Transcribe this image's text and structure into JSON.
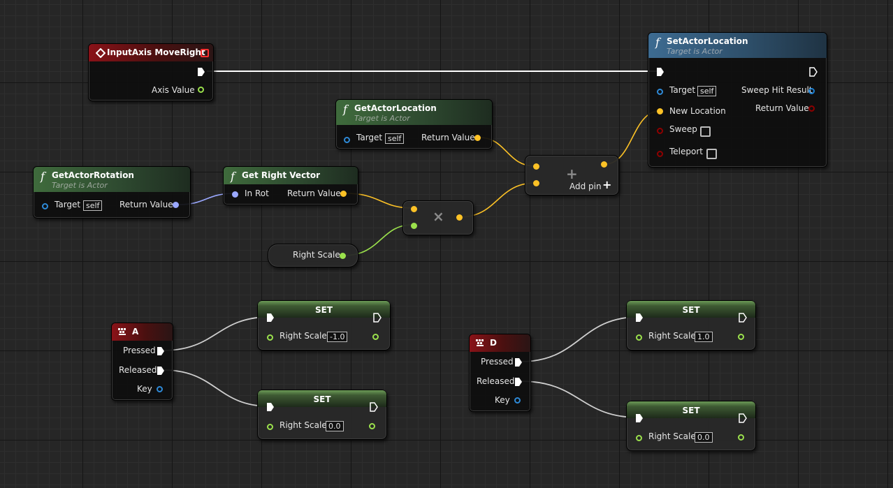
{
  "colors": {
    "exec": "#ffffff",
    "vector": "#fdc226",
    "rotator": "#9aa8ff",
    "float": "#9be14c",
    "object": "#2e8ad8",
    "bool": "#8e0000",
    "struct": "#1a7fd2"
  },
  "input_axis": {
    "title": "InputAxis MoveRight",
    "axis_value_label": "Axis Value",
    "icon": "input-axis-diamond-icon"
  },
  "set_actor_location": {
    "title": "SetActorLocation",
    "subtitle": "Target is Actor",
    "target_label": "Target",
    "target_value": "self",
    "new_location_label": "New Location",
    "sweep_label": "Sweep",
    "teleport_label": "Teleport",
    "sweep_hit_label": "Sweep Hit Result",
    "return_label": "Return Value"
  },
  "get_actor_location": {
    "title": "GetActorLocation",
    "subtitle": "Target is Actor",
    "target_label": "Target",
    "target_value": "self",
    "return_label": "Return Value"
  },
  "get_actor_rotation": {
    "title": "GetActorRotation",
    "subtitle": "Target is Actor",
    "target_label": "Target",
    "target_value": "self",
    "return_label": "Return Value"
  },
  "get_right_vector": {
    "title": "Get Right Vector",
    "in_label": "In Rot",
    "return_label": "Return Value"
  },
  "add_node": {
    "symbol": "+",
    "add_pin_label": "Add pin",
    "add_pin_icon": "+"
  },
  "multiply_node": {
    "symbol": "×"
  },
  "right_scale_getter": {
    "label": "Right Scale"
  },
  "key_a": {
    "title": "A",
    "pressed": "Pressed",
    "released": "Released",
    "key": "Key"
  },
  "key_d": {
    "title": "D",
    "pressed": "Pressed",
    "released": "Released",
    "key": "Key"
  },
  "set_nodes": [
    {
      "title": "SET",
      "var": "Right Scale",
      "value": "-1.0"
    },
    {
      "title": "SET",
      "var": "Right Scale",
      "value": "0.0"
    },
    {
      "title": "SET",
      "var": "Right Scale",
      "value": "1.0"
    },
    {
      "title": "SET",
      "var": "Right Scale",
      "value": "0.0"
    }
  ]
}
